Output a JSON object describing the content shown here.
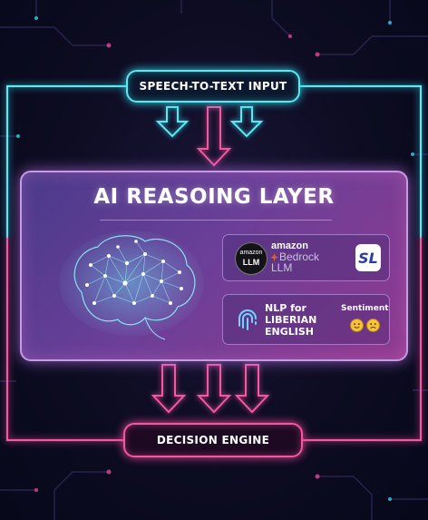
{
  "input_node": {
    "label": "SPEECH-TO-TEXT INPUT"
  },
  "reasoning_layer": {
    "title": "AI REASOING LAYER",
    "llm_card": {
      "badge_top": "amazon",
      "badge_bottom": "LLM",
      "amazon_text": "amazon",
      "bedrock_text": "Bedrock",
      "llm_text": "LLM",
      "sl_logo": "SL"
    },
    "nlp_card": {
      "line1": "NLP for",
      "line2": "LIBERIAN",
      "line3": "ENGLISH",
      "sentiment_label": "Sentiment"
    }
  },
  "output_node": {
    "label": "DECISION ENGINE"
  },
  "colors": {
    "input_accent": "#5ee8f2",
    "output_accent": "#f25aa0",
    "panel_border": "#c89ae6"
  }
}
